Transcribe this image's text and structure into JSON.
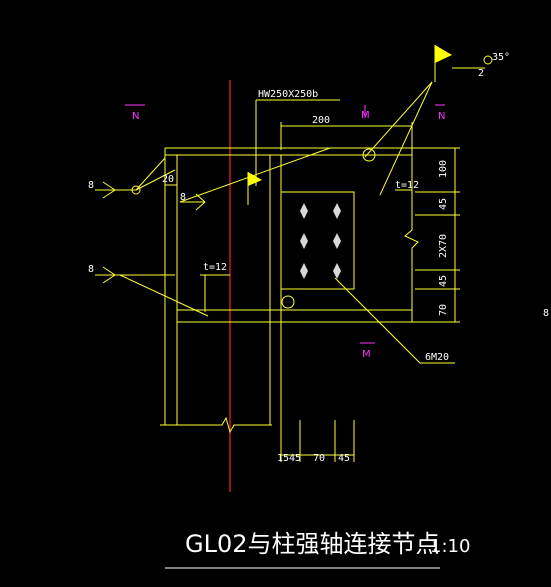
{
  "title": {
    "main": "GL02与柱强轴连接节点",
    "scale": "1:10"
  },
  "labels": {
    "section": "HW250X250b",
    "bolts": "6M20",
    "angle": "35°",
    "weld_angle_num": "2",
    "plate_top": "t=12",
    "plate_mid": "t=12",
    "dim_top": "200",
    "dim_20": "20",
    "dim_r100": "100",
    "dim_r45a": "45",
    "dim_r2x70": "2X70",
    "dim_r45b": "45",
    "dim_r70": "70",
    "dim_b1545": "1545",
    "dim_b70": "70",
    "dim_b45": "45",
    "weld_8a": "8",
    "weld_8b": "8",
    "weld_8c": "8",
    "weld_8edge": "8"
  },
  "markers": {
    "n_left": "N",
    "n_right": "N",
    "m_top": "M",
    "m_bottom": "M"
  },
  "colors": {
    "background": "#000000",
    "lines": "#ffff33",
    "centerline": "#ff2020",
    "text": "#ffffff",
    "markers": "#ff33ff",
    "flag": "#ffff00",
    "bolt": "#d8d8d8"
  }
}
